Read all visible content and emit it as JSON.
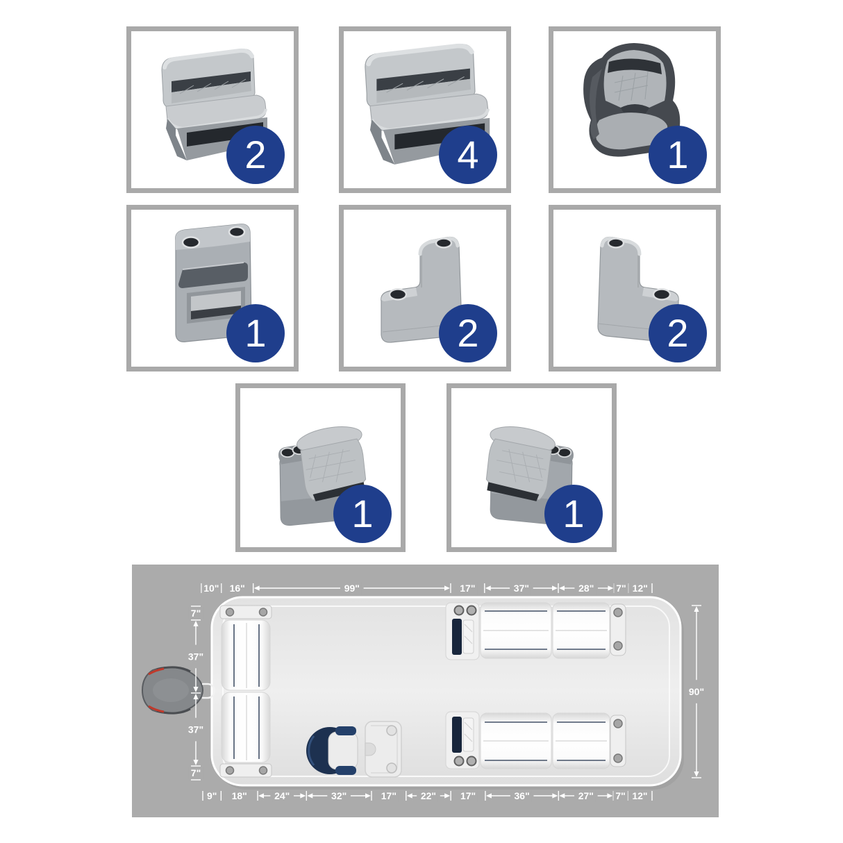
{
  "colors": {
    "badge_blue": "#1f3e8c",
    "box_border_gray": "#a9a9a9",
    "panel_gray": "#ababab",
    "dimension_text": "#ffffff",
    "navy_accent": "#24344e"
  },
  "products": [
    {
      "icon": "bench-seat-icon",
      "quantity": "2"
    },
    {
      "icon": "wide-bench-seat-icon",
      "quantity": "4"
    },
    {
      "icon": "captains-bucket-seat-icon",
      "quantity": "1"
    },
    {
      "icon": "gate-console-icon",
      "quantity": "1"
    },
    {
      "icon": "armrest-left-icon",
      "quantity": "2"
    },
    {
      "icon": "armrest-right-icon",
      "quantity": "2"
    },
    {
      "icon": "chaise-lounge-left-icon",
      "quantity": "1"
    },
    {
      "icon": "chaise-lounge-right-icon",
      "quantity": "1"
    }
  ],
  "diagram": {
    "features": [
      "bow-lounge-seats",
      "stern-lounge-top",
      "stern-lounge-bottom",
      "captains-chair",
      "helm-console",
      "outboard-motor"
    ],
    "dimensions": {
      "top": {
        "segments": [
          {
            "label": "10\"",
            "inches": 10
          },
          {
            "label": "16\"",
            "inches": 16
          },
          {
            "label": "99\"",
            "inches": 99
          },
          {
            "label": "17\"",
            "inches": 17
          },
          {
            "label": "37\"",
            "inches": 37
          },
          {
            "label": "28\"",
            "inches": 28
          },
          {
            "label": "7\"",
            "inches": 7
          },
          {
            "label": "12\"",
            "inches": 12
          }
        ]
      },
      "bottom": {
        "segments": [
          {
            "label": "9\"",
            "inches": 9
          },
          {
            "label": "18\"",
            "inches": 18
          },
          {
            "label": "24\"",
            "inches": 24
          },
          {
            "label": "32\"",
            "inches": 32
          },
          {
            "label": "17\"",
            "inches": 17
          },
          {
            "label": "22\"",
            "inches": 22
          },
          {
            "label": "17\"",
            "inches": 17
          },
          {
            "label": "36\"",
            "inches": 36
          },
          {
            "label": "27\"",
            "inches": 27
          },
          {
            "label": "7\"",
            "inches": 7
          },
          {
            "label": "12\"",
            "inches": 12
          }
        ]
      },
      "left": {
        "segments": [
          {
            "label": "7\"",
            "inches": 7
          },
          {
            "label": "37\"",
            "inches": 37
          },
          {
            "label": "37\"",
            "inches": 37
          },
          {
            "label": "7\"",
            "inches": 7
          }
        ]
      },
      "right": {
        "segments": [
          {
            "label": "90\"",
            "inches": 90
          }
        ]
      }
    }
  }
}
